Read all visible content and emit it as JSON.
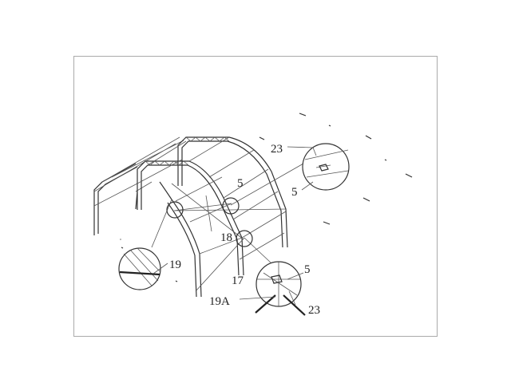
{
  "diagram": {
    "callouts": [
      {
        "id": "c1",
        "text": "23"
      },
      {
        "id": "c2",
        "text": "5"
      },
      {
        "id": "c3",
        "text": "5"
      },
      {
        "id": "c4",
        "text": "18"
      },
      {
        "id": "c5",
        "text": "19"
      },
      {
        "id": "c6",
        "text": "17"
      },
      {
        "id": "c7",
        "text": "19A"
      },
      {
        "id": "c8",
        "text": "23"
      },
      {
        "id": "c9",
        "text": "5"
      }
    ]
  }
}
